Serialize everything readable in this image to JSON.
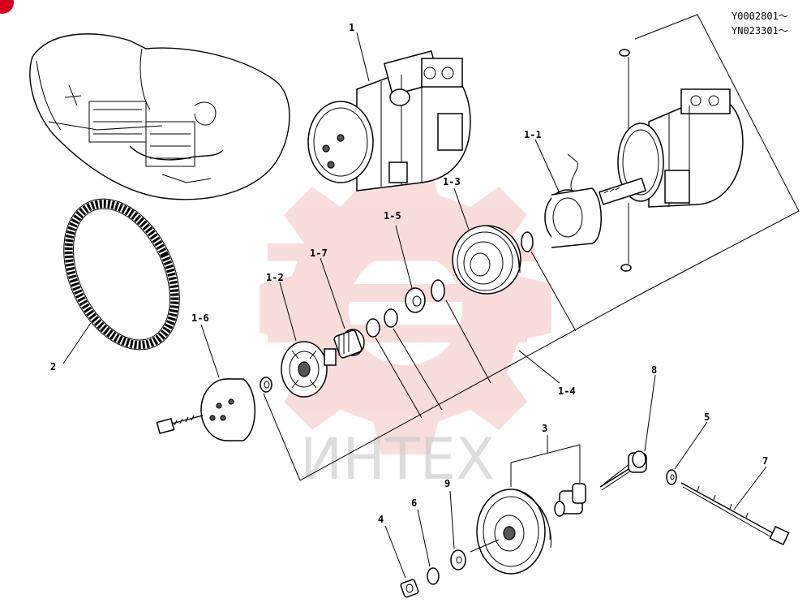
{
  "serials": [
    "Y0002801～",
    "YN023301～"
  ],
  "watermark": "ИНТЕХ",
  "colors": {
    "badge": "#d4001c",
    "watermark_red": "#f0a0a0"
  },
  "labels": {
    "p1": "1",
    "p1_1": "1-1",
    "p1_2": "1-2",
    "p1_3": "1-3",
    "p1_4": "1-4",
    "p1_5": "1-5",
    "p1_6": "1-6",
    "p1_7": "1-7",
    "p2": "2",
    "p3": "3",
    "p4": "4",
    "p5": "5",
    "p6": "6",
    "p7": "7",
    "p8": "8",
    "p9": "9"
  }
}
